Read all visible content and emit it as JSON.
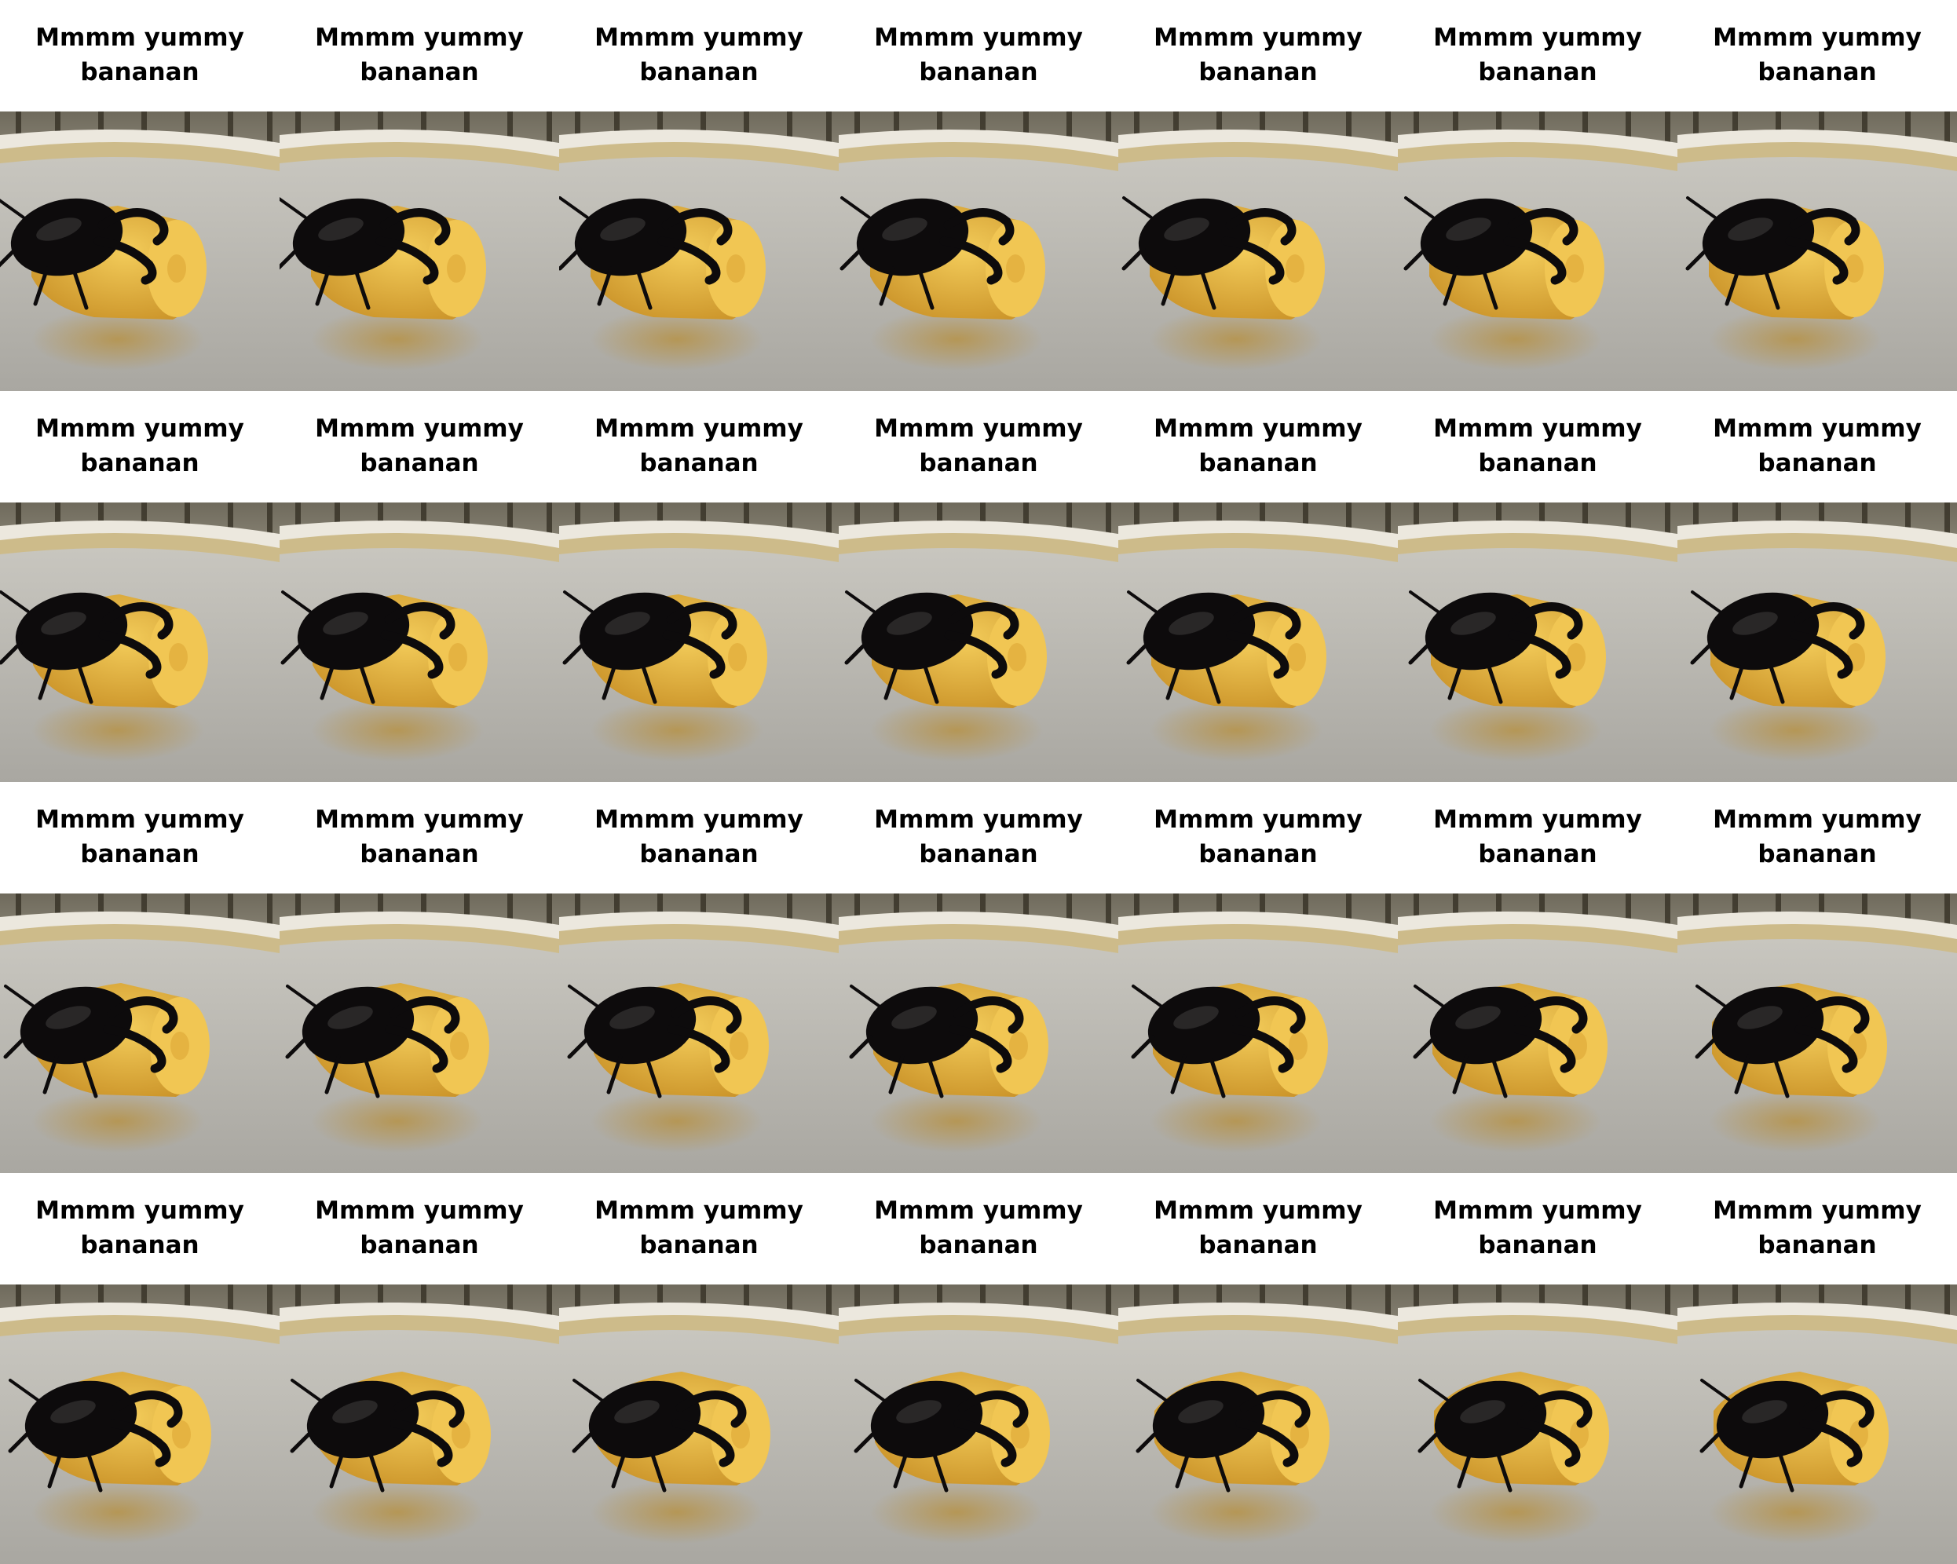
{
  "caption": {
    "line1": "Mmmm yummy",
    "line2": "bananan"
  },
  "grid": {
    "columns": 7,
    "rows": 4
  },
  "colors": {
    "background": "#ffffff",
    "caption_text": "#000000",
    "surface": "#b9b7b0",
    "rim": "#cfc3a2",
    "banana": "#e6b43c",
    "beetle": "#0d0b0c"
  }
}
